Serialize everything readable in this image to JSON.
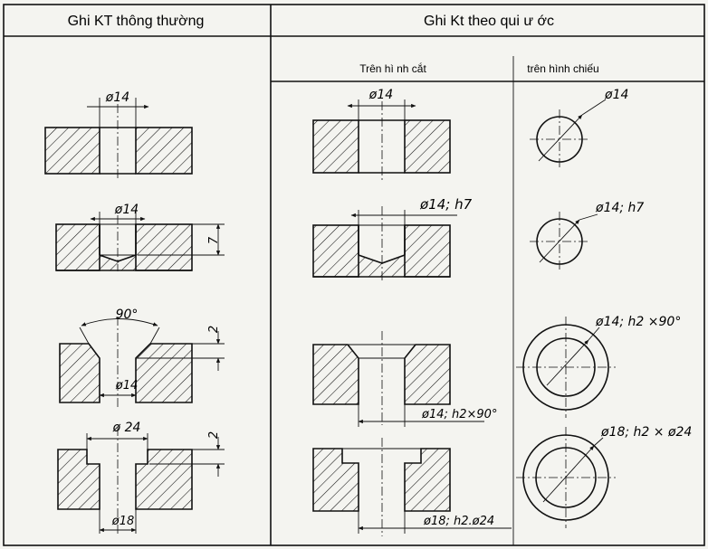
{
  "headers": {
    "left": "Ghi KT thông thường",
    "right": "Ghi Kt theo qui ư ớc",
    "sub_section": "Trên hì nh cắt",
    "sub_view": "trên hình chiếu"
  },
  "conventional": {
    "row1": {
      "diameter": "ø14"
    },
    "row2": {
      "diameter": "ø14",
      "depth": "7"
    },
    "row3": {
      "angle": "90°",
      "diameter": "ø14",
      "depth": "2"
    },
    "row4": {
      "counterbore": "ø 24",
      "diameter": "ø18",
      "depth": "2"
    }
  },
  "section": {
    "row1": "ø14",
    "row2": "ø14; h7",
    "row3": "ø14; h2×90°",
    "row4": "ø18; h2.ø24"
  },
  "view": {
    "row1": "ø14",
    "row2": "ø14; h7",
    "row3": "ø14; h2 ×90°",
    "row4": "ø18; h2 × ø24"
  },
  "colors": {
    "background": "#f4f4f0",
    "ink": "#111111"
  }
}
